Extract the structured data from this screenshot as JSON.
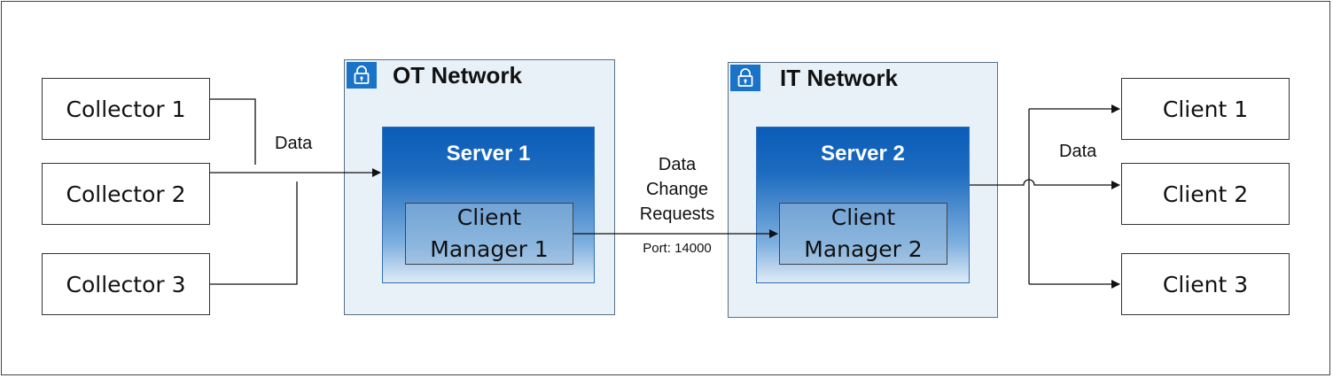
{
  "collectors": [
    "Collector 1",
    "Collector 2",
    "Collector 3"
  ],
  "clients": [
    "Client 1",
    "Client 2",
    "Client 3"
  ],
  "ot_network": {
    "title": "OT Network",
    "server_title": "Server 1",
    "client_manager": [
      "Client",
      "Manager 1"
    ]
  },
  "it_network": {
    "title": "IT Network",
    "server_title": "Server 2",
    "client_manager": [
      "Client",
      "Manager 2"
    ]
  },
  "labels": {
    "data_left": "Data",
    "data_right": "Data",
    "change_requests": [
      "Data",
      "Change",
      "Requests"
    ],
    "port": "Port: 14000"
  },
  "icons": {
    "network_badge": "lock-icon"
  },
  "colors": {
    "network_fill": "#e8f1f8",
    "server_blue": "#0a5cb8",
    "lock_badge": "#1a73c8"
  }
}
